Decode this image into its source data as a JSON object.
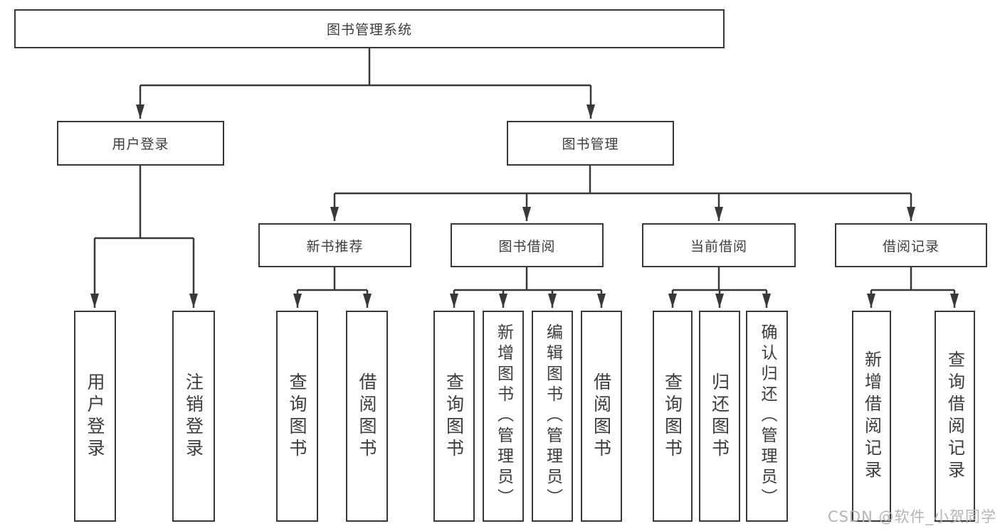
{
  "diagram": {
    "root": {
      "label": "图书管理系统"
    },
    "branches": [
      {
        "label": "用户登录",
        "children": [
          {
            "label": "用户登录"
          },
          {
            "label": "注销登录"
          }
        ]
      },
      {
        "label": "图书管理",
        "children": [
          {
            "label": "新书推荐",
            "children": [
              {
                "label": "查询图书"
              },
              {
                "label": "借阅图书"
              }
            ]
          },
          {
            "label": "图书借阅",
            "children": [
              {
                "label": "查询图书"
              },
              {
                "label": "新增图书（管理员）"
              },
              {
                "label": "编辑图书（管理员）"
              },
              {
                "label": "借阅图书"
              }
            ]
          },
          {
            "label": "当前借阅",
            "children": [
              {
                "label": "查询图书"
              },
              {
                "label": "归还图书"
              },
              {
                "label": "确认归还（管理员）"
              }
            ]
          },
          {
            "label": "借阅记录",
            "children": [
              {
                "label": "新增借阅记录"
              },
              {
                "label": "查询借阅记录"
              }
            ]
          }
        ]
      }
    ],
    "watermark": "CSDN @软件_小贺同学",
    "colors": {
      "line": "#383838",
      "text": "#3c3c3c",
      "watermark": "#b5b5b5",
      "background": "#ffffff"
    }
  }
}
